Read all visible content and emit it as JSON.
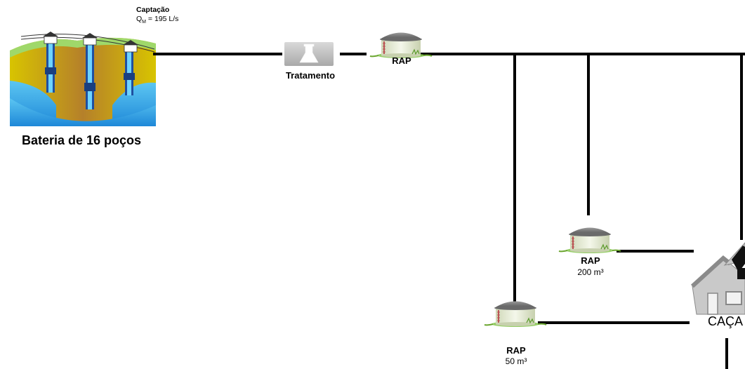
{
  "captacao": {
    "title": "Captação",
    "flow_symbol": "Q",
    "flow_subscript": "M",
    "flow_value": " = 195 L/s"
  },
  "wells": {
    "caption": "Bateria de 16 poços"
  },
  "treatment": {
    "label": "Tratamento"
  },
  "reservoirs": [
    {
      "label": "RAP",
      "volume": ""
    },
    {
      "label": "RAP",
      "volume": "200 m³"
    },
    {
      "label": "RAP",
      "volume": "50 m³"
    }
  ],
  "district": {
    "label": "CAÇA"
  },
  "colors": {
    "pipe": "#000000",
    "soil_top": "#c9b200",
    "soil_body": "#b8860b",
    "water": "#3fa8e0",
    "grass": "#7cc242",
    "reservoir_wall": "#e8eed8",
    "reservoir_roof": "#808080",
    "house": "#bdbdbd"
  }
}
